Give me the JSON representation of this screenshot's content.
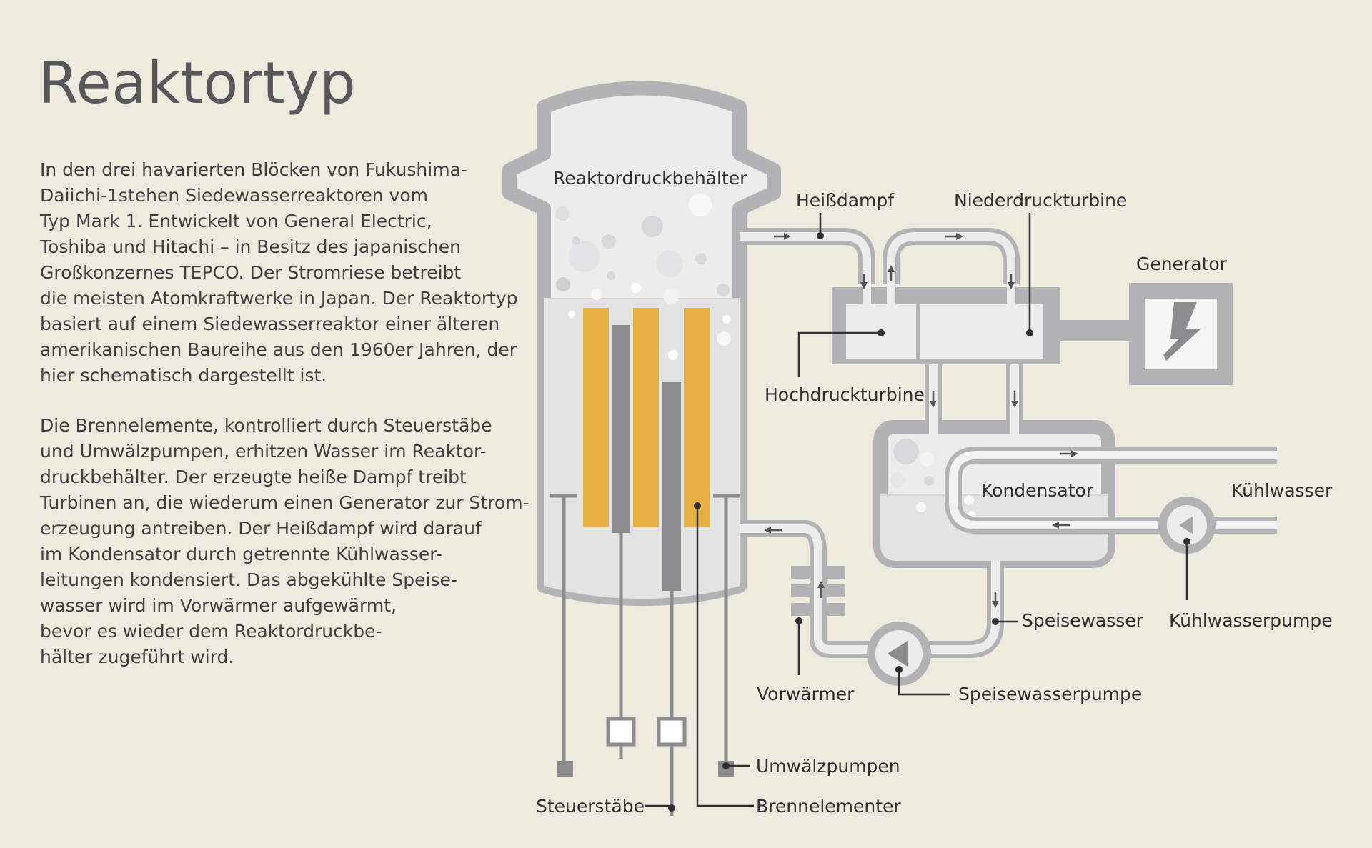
{
  "title": "Reaktortyp",
  "paragraphs": [
    [
      "In den drei havarierten Blöcken von Fukushima-",
      "Daiichi-1stehen Siedewasserreaktoren vom",
      "Typ Mark 1. Entwickelt von General Electric,",
      "Toshiba und Hitachi – in Besitz des japanischen",
      "Großkonzernes TEPCO. Der Stromriese betreibt",
      "die meisten Atomkraftwerke in Japan. Der Reaktortyp",
      "basiert auf einem Siedewasserreaktor einer älteren",
      "amerikanischen Baureihe aus den 1960er Jahren, der",
      "hier schematisch dargestellt ist."
    ],
    [
      "Die Brennelemente, kontrolliert durch Steuerstäbe",
      "und Umwälzpumpen, erhitzen Wasser im Reaktor-",
      "druckbehälter. Der erzeugte heiße Dampf treibt",
      "Turbinen an, die wiederum einen Generator zur Strom-",
      "erzeugung antreiben. Der Heißdampf wird darauf",
      "im Kondensator durch getrennte Kühlwasser-",
      "leitungen kondensiert. Das abgekühlte Speise-",
      "wasser wird im  Vorwärmer aufgewärmt,",
      "bevor es wieder dem Reaktordruckbe-",
      "hälter zugeführt wird."
    ]
  ],
  "labels": {
    "reactor_vessel": "Reaktordruckbehälter",
    "hot_steam": "Heißdampf",
    "low_pressure_turbine": "Niederdruckturbine",
    "generator": "Generator",
    "high_pressure_turbine": "Hochdruckturbine",
    "condenser": "Kondensator",
    "cooling_water": "Kühlwasser",
    "feedwater": "Speisewasser",
    "cooling_water_pump": "Kühlwasserpumpe",
    "preheater": "Vorwärmer",
    "feedwater_pump": "Speisewasserpumpe",
    "circulation_pumps": "Umwälzpumpen",
    "control_rods": "Steuerstäbe",
    "fuel_elements": "Brennelementer"
  },
  "colors": {
    "background": "#ecebde",
    "structure": "#b3b3b5",
    "inner": "#ececed",
    "water": "#e3e3e4",
    "fuel": "#e7b043",
    "rod": "#8c8c8e",
    "marker": "#303032"
  },
  "icons": {
    "generator": "lightning-bolt-icon",
    "pumps": "triangle-arrow-icon",
    "flow": "arrow-icon"
  }
}
